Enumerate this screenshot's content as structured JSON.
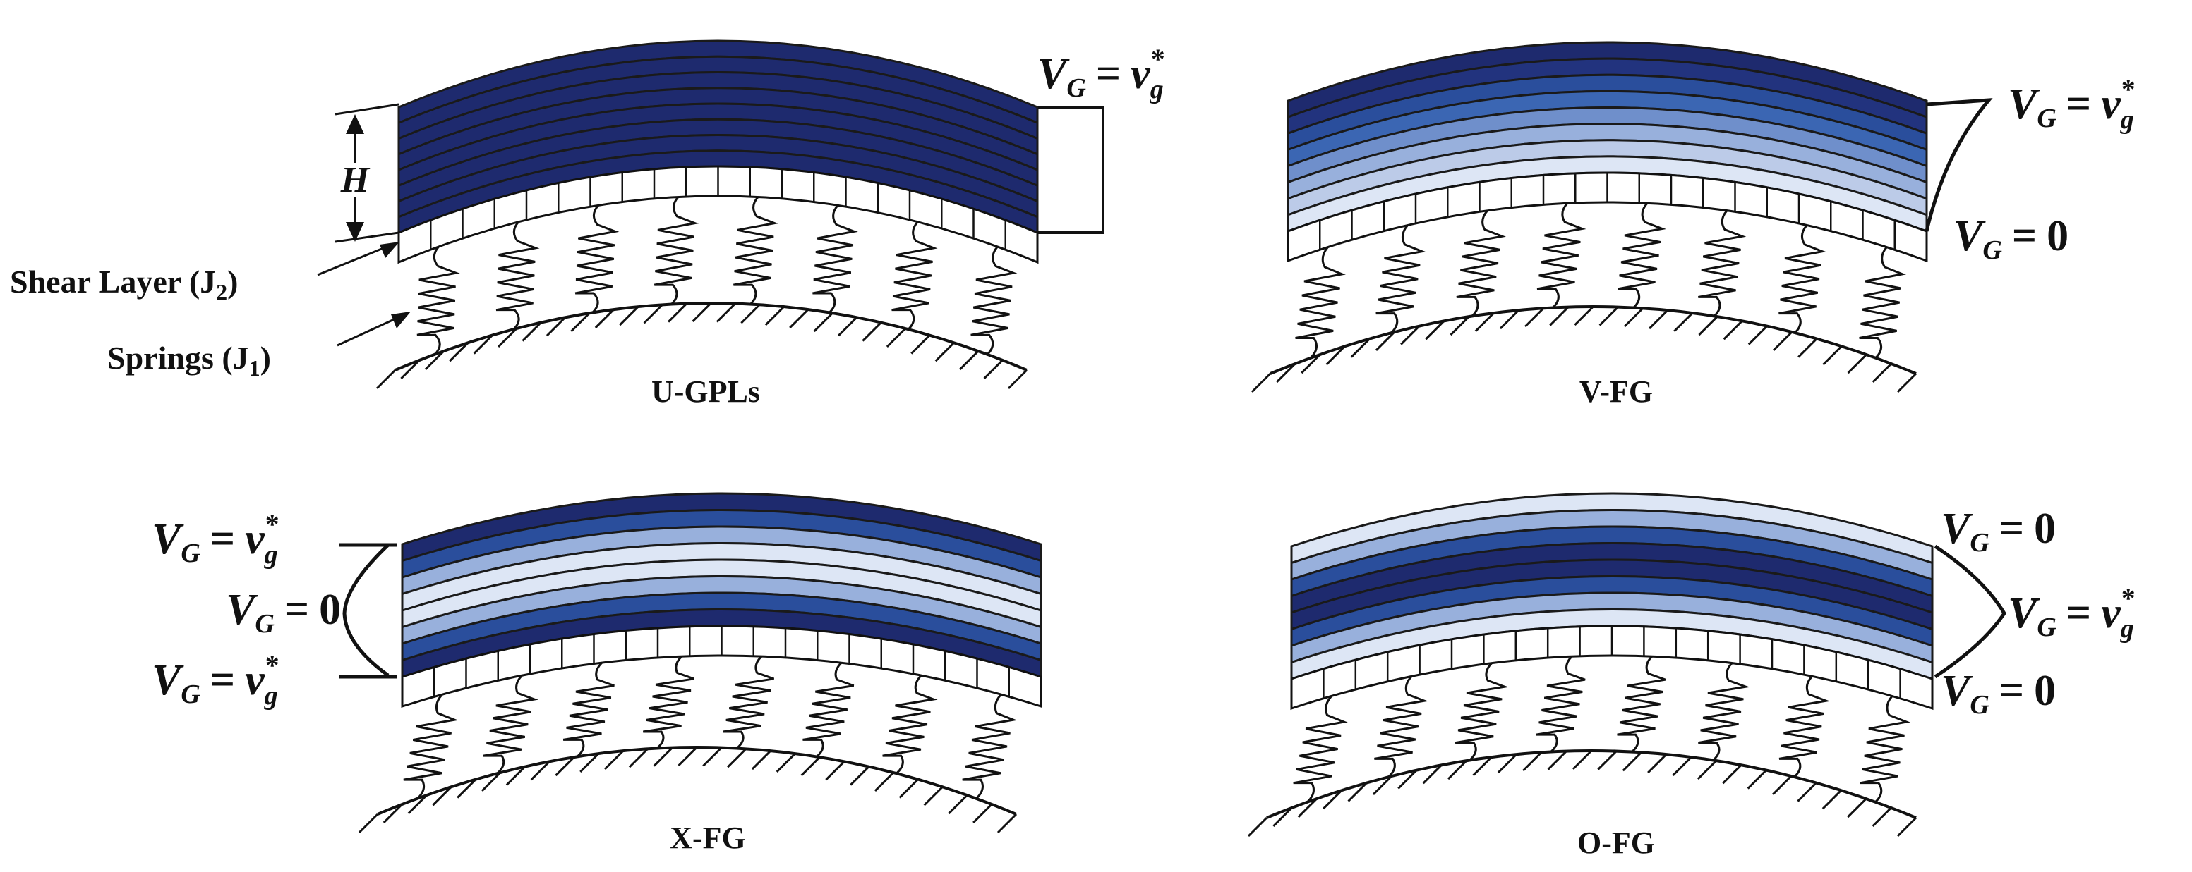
{
  "panels": [
    {
      "id": "u",
      "caption": "U-GPLs",
      "layers": [
        "#1e2a6e",
        "#1e2a6e",
        "#1e2a6e",
        "#1e2a6e",
        "#1e2a6e",
        "#1e2a6e",
        "#1e2a6e",
        "#1e2a6e"
      ],
      "annotations": [
        "V_G = v_g^*"
      ]
    },
    {
      "id": "v",
      "caption": "V-FG",
      "layers": [
        "#1e2a6e",
        "#22337e",
        "#2a4e9c",
        "#3b66b3",
        "#6f8fcb",
        "#98b0dc",
        "#bccbe8",
        "#dde6f5"
      ],
      "annotations": [
        "V_G = v_g^*",
        "V_G = 0"
      ]
    },
    {
      "id": "x",
      "caption": "X-FG",
      "layers": [
        "#1e2a6e",
        "#2a4e9c",
        "#98b0dc",
        "#dde6f5",
        "#dde6f5",
        "#98b0dc",
        "#2a4e9c",
        "#1e2a6e"
      ],
      "annotations": [
        "V_G = v_g^*",
        "V_G = 0",
        "V_G = v_g^*"
      ]
    },
    {
      "id": "o",
      "caption": "O-FG",
      "layers": [
        "#dde6f5",
        "#98b0dc",
        "#2a4e9c",
        "#1e2a6e",
        "#1e2a6e",
        "#2a4e9c",
        "#98b0dc",
        "#dde6f5"
      ],
      "annotations": [
        "V_G = 0",
        "V_G = v_g^*",
        "V_G = 0"
      ]
    }
  ],
  "labels": {
    "thickness": "H",
    "shear_layer": "Shear Layer (J",
    "shear_sub": "2",
    "springs": "Springs (J",
    "springs_sub": "1",
    "close_paren": ")"
  },
  "math": {
    "V": "V",
    "G": "G",
    "eq": "=",
    "v": "v",
    "g": "g",
    "star": "*",
    "zero": "0"
  }
}
